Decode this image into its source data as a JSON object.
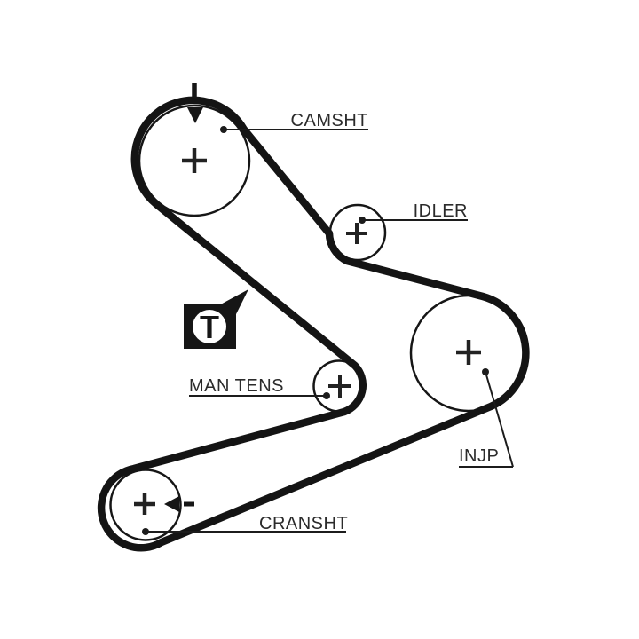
{
  "window": {
    "background": "#ffffff",
    "ink_color": "#161616",
    "label_color": "#2b2b2b"
  },
  "diagram": {
    "type": "timing-belt-routing-diagram",
    "labels": {
      "camshaft": "CAMSHT",
      "idler": "IDLER",
      "man_tensioner": "MAN TENS",
      "injection_pump": "INJP",
      "crankshaft": "CRANSHT",
      "tension_mark": "T"
    },
    "pulleys": [
      {
        "id": "camshaft",
        "label": "CAMSHT",
        "marks": [
          "timing-tick",
          "timing-arrow",
          "center-cross"
        ]
      },
      {
        "id": "idler",
        "label": "IDLER",
        "marks": [
          "center-cross"
        ]
      },
      {
        "id": "man-tensioner",
        "label": "MAN TENS",
        "marks": [
          "center-cross",
          "tension-mark-T"
        ]
      },
      {
        "id": "injection-pump",
        "label": "INJP",
        "marks": [
          "center-cross"
        ]
      },
      {
        "id": "crankshaft",
        "label": "CRANSHT",
        "marks": [
          "center-cross",
          "rotation-arrow"
        ]
      }
    ]
  }
}
